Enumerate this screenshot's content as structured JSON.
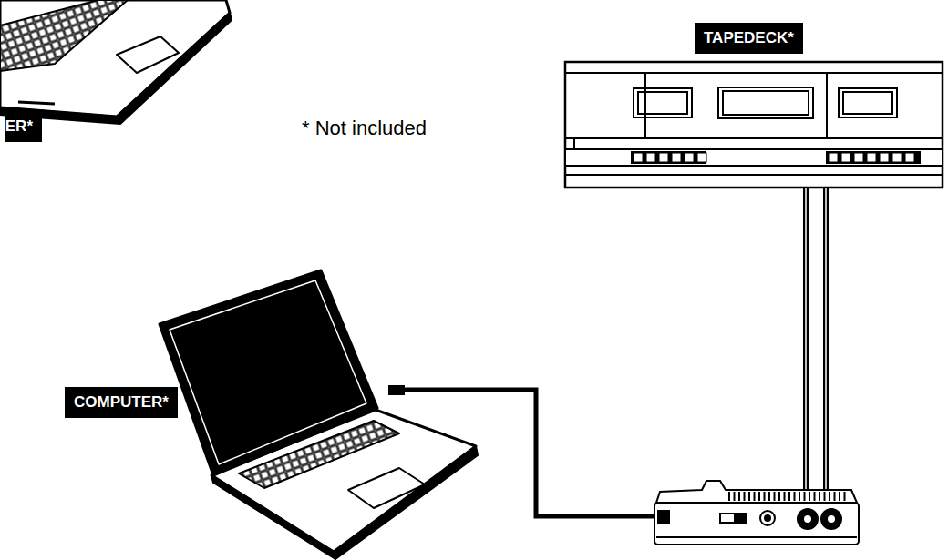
{
  "diagram": {
    "nodes": [
      {
        "text": [
          "ER*"
        ]
      },
      {
        "text": [
          "TAPEDECK*"
        ]
      },
      {
        "text": [
          "COMPUTER*"
        ]
      }
    ],
    "labels": [
      "* Not included"
    ]
  }
}
